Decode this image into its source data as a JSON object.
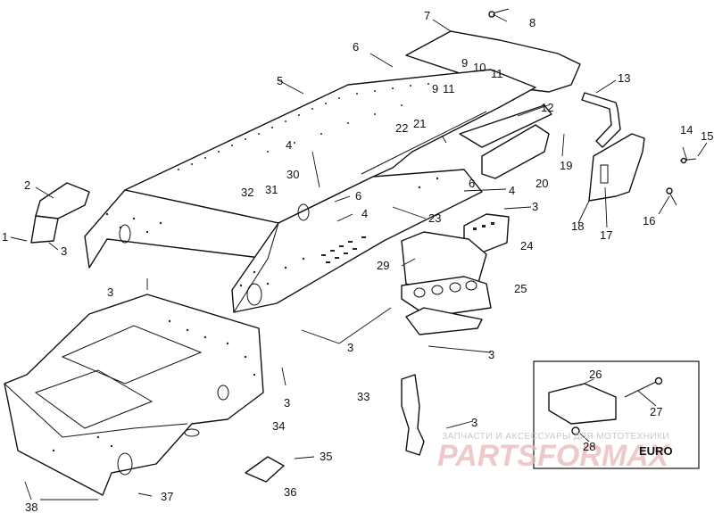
{
  "callouts": {
    "c1": "1",
    "c2": "2",
    "c3a": "3",
    "c3b": "3",
    "c3c": "3",
    "c3d": "3",
    "c3e": "3",
    "c3f": "3",
    "c3g": "3",
    "c4a": "4",
    "c4b": "4",
    "c4c": "4",
    "c5": "5",
    "c6a": "6",
    "c6b": "6",
    "c6c": "6",
    "c7": "7",
    "c8": "8",
    "c9a": "9",
    "c9b": "9",
    "c10": "10",
    "c11a": "11",
    "c11b": "11",
    "c12": "12",
    "c13": "13",
    "c14": "14",
    "c15": "15",
    "c16": "16",
    "c17": "17",
    "c18": "18",
    "c19": "19",
    "c20": "20",
    "c21": "21",
    "c22": "22",
    "c23": "23",
    "c24": "24",
    "c25": "25",
    "c26": "26",
    "c27": "27",
    "c28": "28",
    "c29": "29",
    "c30": "30",
    "c31": "31",
    "c32": "32",
    "c33": "33",
    "c34": "34",
    "c35": "35",
    "c36": "36",
    "c37": "37",
    "c38": "38"
  },
  "inset": {
    "label": "EURO"
  },
  "watermark": {
    "caption": "ЗАПЧАСТИ И АКСЕССУАРЫ ДЛЯ МОТОТЕХНИКИ",
    "logo": "PARTSFORMAX"
  }
}
